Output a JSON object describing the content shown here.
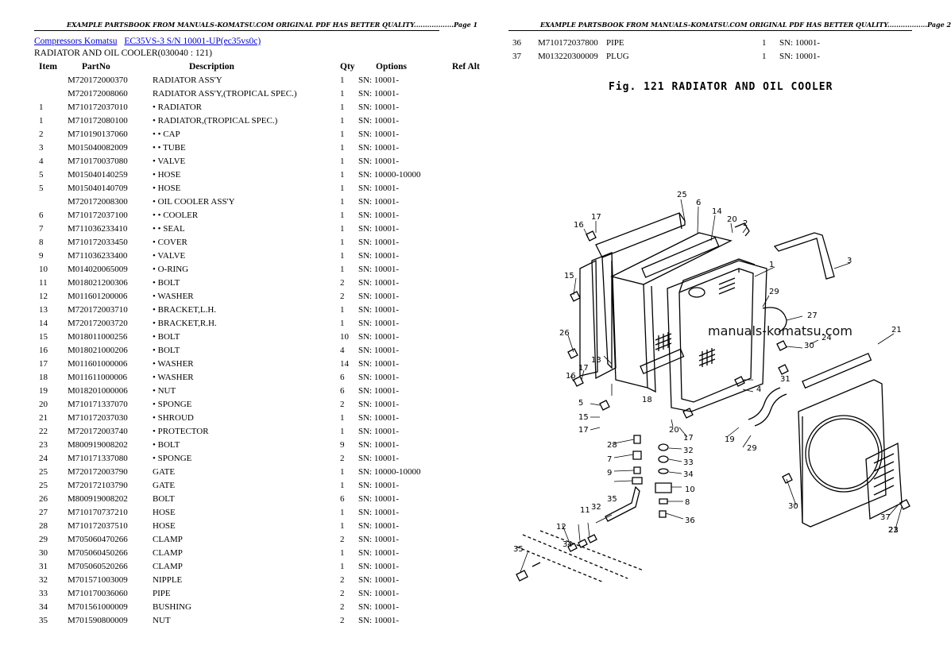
{
  "page1": {
    "header": "EXAMPLE PARTSBOOK FROM MANUALS-KOMATSU.COM ORIGINAL PDF HAS BETTER QUALITY..................Page 1",
    "breadcrumbs": [
      "Compressors Komatsu",
      "EC35VS-3 S/N 10001-UP(ec35vs0c)"
    ],
    "subtitle": "RADIATOR AND OIL COOLER(030040 : 121)",
    "columns": [
      "Item",
      "PartNo",
      "Description",
      "Qty",
      "Options",
      "Ref Alt"
    ],
    "rows": [
      [
        "",
        "M720172000370",
        "RADIATOR ASS'Y",
        "1",
        "SN: 10001-"
      ],
      [
        "",
        "M720172008060",
        "RADIATOR ASS'Y,(TROPICAL SPEC.)",
        "1",
        "SN: 10001-"
      ],
      [
        "1",
        "M710172037010",
        "• RADIATOR",
        "1",
        "SN: 10001-"
      ],
      [
        "1",
        "M710172080100",
        "• RADIATOR,(TROPICAL SPEC.)",
        "1",
        "SN: 10001-"
      ],
      [
        "2",
        "M710190137060",
        "• • CAP",
        "1",
        "SN: 10001-"
      ],
      [
        "3",
        "M015040082009",
        "• • TUBE",
        "1",
        "SN: 10001-"
      ],
      [
        "4",
        "M710170037080",
        "• VALVE",
        "1",
        "SN: 10001-"
      ],
      [
        "5",
        "M015040140259",
        "• HOSE",
        "1",
        "SN: 10000-10000"
      ],
      [
        "5",
        "M015040140709",
        "• HOSE",
        "1",
        "SN: 10001-"
      ],
      [
        "",
        "M720172008300",
        "• OIL COOLER ASS'Y",
        "1",
        "SN: 10001-"
      ],
      [
        "6",
        "M710172037100",
        "• • COOLER",
        "1",
        "SN: 10001-"
      ],
      [
        "7",
        "M711036233410",
        "• • SEAL",
        "1",
        "SN: 10001-"
      ],
      [
        "8",
        "M710172033450",
        "• COVER",
        "1",
        "SN: 10001-"
      ],
      [
        "9",
        "M711036233400",
        "• VALVE",
        "1",
        "SN: 10001-"
      ],
      [
        "10",
        "M014020065009",
        "• O-RING",
        "1",
        "SN: 10001-"
      ],
      [
        "11",
        "M018021200306",
        "• BOLT",
        "2",
        "SN: 10001-"
      ],
      [
        "12",
        "M011601200006",
        "• WASHER",
        "2",
        "SN: 10001-"
      ],
      [
        "13",
        "M720172003710",
        "• BRACKET,L.H.",
        "1",
        "SN: 10001-"
      ],
      [
        "14",
        "M720172003720",
        "• BRACKET,R.H.",
        "1",
        "SN: 10001-"
      ],
      [
        "15",
        "M018011000256",
        "• BOLT",
        "10",
        "SN: 10001-"
      ],
      [
        "16",
        "M018021000206",
        "• BOLT",
        "4",
        "SN: 10001-"
      ],
      [
        "17",
        "M011601000006",
        "• WASHER",
        "14",
        "SN: 10001-"
      ],
      [
        "18",
        "M011611000006",
        "• WASHER",
        "6",
        "SN: 10001-"
      ],
      [
        "19",
        "M018201000006",
        "• NUT",
        "6",
        "SN: 10001-"
      ],
      [
        "20",
        "M710171337070",
        "• SPONGE",
        "2",
        "SN: 10001-"
      ],
      [
        "21",
        "M710172037030",
        "• SHROUD",
        "1",
        "SN: 10001-"
      ],
      [
        "22",
        "M720172003740",
        "• PROTECTOR",
        "1",
        "SN: 10001-"
      ],
      [
        "23",
        "M800919008202",
        "• BOLT",
        "9",
        "SN: 10001-"
      ],
      [
        "24",
        "M710171337080",
        "• SPONGE",
        "2",
        "SN: 10001-"
      ],
      [
        "25",
        "M720172003790",
        "GATE",
        "1",
        "SN: 10000-10000"
      ],
      [
        "25",
        "M720172103790",
        "GATE",
        "1",
        "SN: 10001-"
      ],
      [
        "26",
        "M800919008202",
        "BOLT",
        "6",
        "SN: 10001-"
      ],
      [
        "27",
        "M710170737210",
        "HOSE",
        "1",
        "SN: 10001-"
      ],
      [
        "28",
        "M710172037510",
        "HOSE",
        "1",
        "SN: 10001-"
      ],
      [
        "29",
        "M705060470266",
        "CLAMP",
        "2",
        "SN: 10001-"
      ],
      [
        "30",
        "M705060450266",
        "CLAMP",
        "1",
        "SN: 10001-"
      ],
      [
        "31",
        "M705060520266",
        "CLAMP",
        "1",
        "SN: 10001-"
      ],
      [
        "32",
        "M701571003009",
        "NIPPLE",
        "2",
        "SN: 10001-"
      ],
      [
        "33",
        "M710170036060",
        "PIPE",
        "2",
        "SN: 10001-"
      ],
      [
        "34",
        "M701561000009",
        "BUSHING",
        "2",
        "SN: 10001-"
      ],
      [
        "35",
        "M701590800009",
        "NUT",
        "2",
        "SN: 10001-"
      ]
    ]
  },
  "page2": {
    "header": "EXAMPLE PARTSBOOK FROM MANUALS-KOMATSU.COM ORIGINAL PDF HAS BETTER QUALITY..................Page 2",
    "rows": [
      [
        "36",
        "M710172037800",
        "PIPE",
        "1",
        "SN: 10001-"
      ],
      [
        "37",
        "M013220300009",
        "PLUG",
        "1",
        "SN: 10001-"
      ]
    ],
    "figure_title": "Fig. 121  RADIATOR AND OIL COOLER",
    "watermark": "manuals-komatsu.com",
    "callouts": [
      "25",
      "6",
      "14",
      "20",
      "2",
      "17",
      "16",
      "1",
      "3",
      "15",
      "29",
      "27",
      "26",
      "30",
      "24",
      "21",
      "13",
      "17",
      "16",
      "31",
      "4",
      "5",
      "15",
      "17",
      "18",
      "20",
      "17",
      "19",
      "29",
      "28",
      "32",
      "7",
      "33",
      "9",
      "34",
      "10",
      "35",
      "8",
      "36",
      "12",
      "11",
      "32",
      "34",
      "35",
      "30",
      "37",
      "23",
      "22",
      "23"
    ]
  }
}
